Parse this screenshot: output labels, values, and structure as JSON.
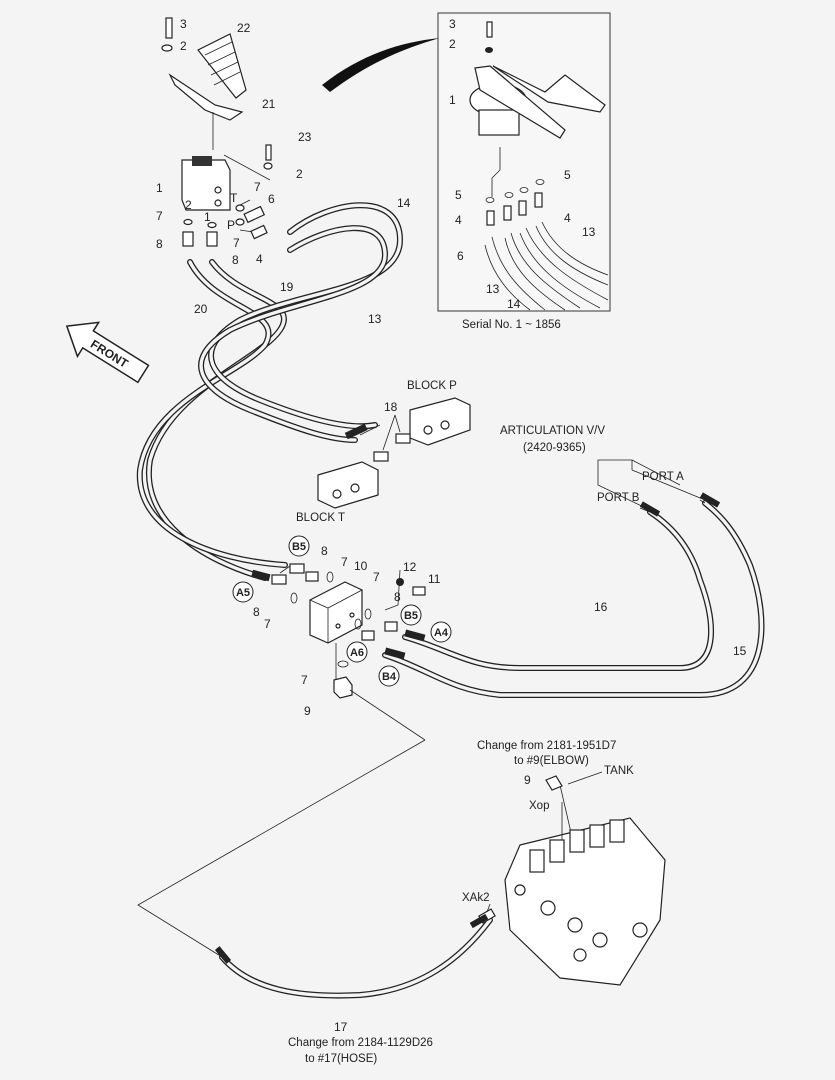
{
  "labels": {
    "l3": "3",
    "l2a": "2",
    "l22": "22",
    "l21": "21",
    "l23": "23",
    "l2b": "2",
    "l1a": "1",
    "lT": "T",
    "l7a": "7",
    "l6": "6",
    "l7b": "7",
    "l2c": "2",
    "l1b": "1",
    "lP": "P",
    "l7c": "7",
    "l8a": "8",
    "l8b": "8",
    "l4": "4",
    "l14": "14",
    "l19": "19",
    "l20": "20",
    "l13": "13",
    "l18": "18",
    "l8c": "8",
    "l7d": "7",
    "l10": "10",
    "l7e": "7",
    "l12": "12",
    "l11": "11",
    "l8d": "8",
    "l8e": "8",
    "l7f": "7",
    "l7g": "7",
    "l9": "9",
    "l16": "16",
    "l15": "15",
    "l17": "17",
    "l9b": "9"
  },
  "inset": {
    "l3": "3",
    "l2": "2",
    "l1": "1",
    "l5a": "5",
    "l5b": "5",
    "l4a": "4",
    "l4b": "4",
    "l6": "6",
    "l13a": "13",
    "l13b": "13",
    "l14": "14",
    "caption": "Serial No. 1 ~ 1856"
  },
  "front_label": "FRONT",
  "blocks": {
    "block_p": "BLOCK P",
    "block_t": "BLOCK T",
    "articulation": "ARTICULATION V/V",
    "articulation_pn": "(2420-9365)",
    "port_a": "PORT A",
    "port_b": "PORT B"
  },
  "ports": {
    "b5a": "B5",
    "a5": "A5",
    "b5b": "B5",
    "a4": "A4",
    "a6": "A6",
    "b4": "B4"
  },
  "notes": {
    "elbow_1": "Change from 2181-1951D7",
    "elbow_2": "to #9(ELBOW)",
    "tank": "TANK",
    "xop": "Xop",
    "xak2": "XAk2",
    "hose_1": "Change from 2184-1129D26",
    "hose_2": "to #17(HOSE)"
  }
}
